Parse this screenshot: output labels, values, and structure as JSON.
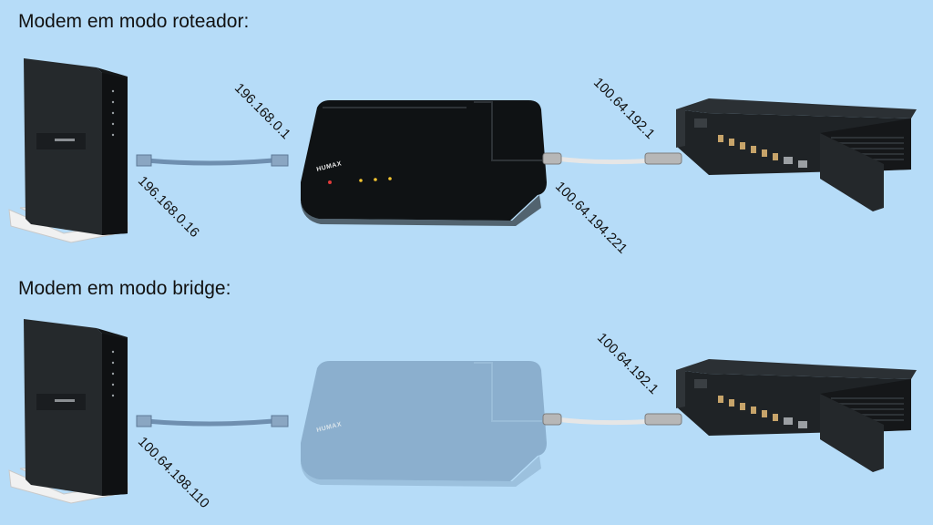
{
  "sections": [
    {
      "title": "Modem em modo roteador:",
      "modem_brand": "HUMAX",
      "ip_labels": {
        "router_lan": "196.168.0.16",
        "modem_lan": "196.168.0.1",
        "modem_wan": "100.64.194.221",
        "cmts": "100.64.192.1"
      }
    },
    {
      "title": "Modem em modo bridge:",
      "modem_brand": "HUMAX",
      "ip_labels": {
        "router_wan": "100.64.198.110",
        "cmts": "100.64.192.1"
      }
    }
  ],
  "colors": {
    "background": "#b6dcf8",
    "device_dark": "#1d2226",
    "ethernet_cable": "#6f8fb0",
    "coax_cable": "#e6e6e6",
    "modem_faded": "#7b9fbe"
  }
}
